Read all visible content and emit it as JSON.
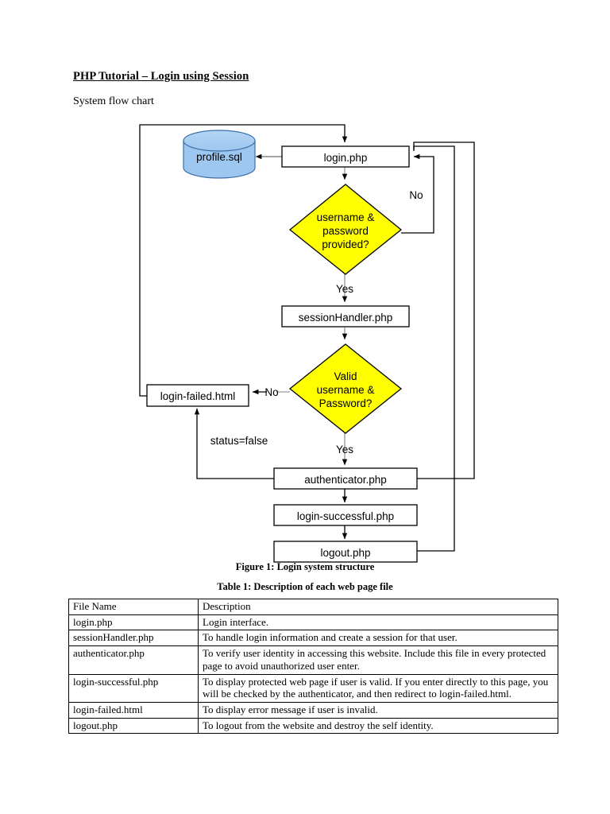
{
  "document": {
    "title": "PHP Tutorial – Login using Session",
    "subtitle": "System flow chart",
    "figure_caption": "Figure 1: Login system structure",
    "table_caption": "Table 1: Description of each web page file"
  },
  "colors": {
    "decision_fill": "#FFFF00",
    "decision_stroke": "#000000",
    "database_fill": "#9DC7F0",
    "database_stroke": "#3A6FA8",
    "process_fill": "#FFFFFF",
    "process_stroke": "#000000",
    "connector": "#000000",
    "page_background": "#FFFFFF"
  },
  "flowchart": {
    "nodes": {
      "database": {
        "label": "profile.sql",
        "shape": "cylinder"
      },
      "login": {
        "label": "login.php",
        "shape": "process"
      },
      "decision_provided": {
        "label_lines": [
          "username &",
          "password",
          "provided?"
        ],
        "shape": "decision"
      },
      "session_handler": {
        "label": "sessionHandler.php",
        "shape": "process"
      },
      "decision_valid": {
        "label_lines": [
          "Valid",
          "username &",
          "Password?"
        ],
        "shape": "decision"
      },
      "login_failed": {
        "label": "login-failed.html",
        "shape": "process"
      },
      "authenticator": {
        "label": "authenticator.php",
        "shape": "process"
      },
      "login_successful": {
        "label": "login-successful.php",
        "shape": "process"
      },
      "logout": {
        "label": "logout.php",
        "shape": "process"
      }
    },
    "edge_labels": {
      "no_provided": "No",
      "yes_provided": "Yes",
      "no_valid": "No",
      "yes_valid": "Yes",
      "status_false": "status=false"
    }
  },
  "chart_data": {
    "type": "diagram",
    "title": "Figure 1: Login system structure",
    "nodes": [
      {
        "id": "profile.sql",
        "type": "database",
        "label": "profile.sql"
      },
      {
        "id": "login.php",
        "type": "process",
        "label": "login.php"
      },
      {
        "id": "d1",
        "type": "decision",
        "label": "username & password provided?"
      },
      {
        "id": "sessionHandler.php",
        "type": "process",
        "label": "sessionHandler.php"
      },
      {
        "id": "d2",
        "type": "decision",
        "label": "Valid username & Password?"
      },
      {
        "id": "login-failed.html",
        "type": "process",
        "label": "login-failed.html"
      },
      {
        "id": "authenticator.php",
        "type": "process",
        "label": "authenticator.php"
      },
      {
        "id": "login-successful.php",
        "type": "process",
        "label": "login-successful.php"
      },
      {
        "id": "logout.php",
        "type": "process",
        "label": "logout.php"
      }
    ],
    "edges": [
      {
        "from": "login.php",
        "to": "profile.sql",
        "label": ""
      },
      {
        "from": "login.php",
        "to": "d1",
        "label": ""
      },
      {
        "from": "d1",
        "to": "login.php",
        "label": "No"
      },
      {
        "from": "d1",
        "to": "sessionHandler.php",
        "label": "Yes"
      },
      {
        "from": "sessionHandler.php",
        "to": "d2",
        "label": ""
      },
      {
        "from": "d2",
        "to": "login-failed.html",
        "label": "No"
      },
      {
        "from": "d2",
        "to": "authenticator.php",
        "label": "Yes"
      },
      {
        "from": "authenticator.php",
        "to": "login-failed.html",
        "label": "status=false"
      },
      {
        "from": "authenticator.php",
        "to": "login-successful.php",
        "label": ""
      },
      {
        "from": "authenticator.php",
        "to": "login.php",
        "label": ""
      },
      {
        "from": "login-successful.php",
        "to": "logout.php",
        "label": ""
      },
      {
        "from": "logout.php",
        "to": "login.php",
        "label": ""
      },
      {
        "from": "login-failed.html",
        "to": "login.php",
        "label": ""
      }
    ]
  },
  "table": {
    "headers": [
      "File Name",
      "Description"
    ],
    "rows": [
      {
        "name": "login.php",
        "description": "Login interface."
      },
      {
        "name": "sessionHandler.php",
        "description": "To handle login information and create a session for that user."
      },
      {
        "name": "authenticator.php",
        "description": "To verify user identity in accessing this website. Include this file in every protected page to avoid unauthorized user enter."
      },
      {
        "name": "login-successful.php",
        "description": "To display protected web page if user is valid. If you enter directly to this page, you will be checked by the authenticator, and then redirect to login-failed.html."
      },
      {
        "name": "login-failed.html",
        "description": "To display error message if user is invalid."
      },
      {
        "name": "logout.php",
        "description": "To logout from the website and destroy the self identity."
      }
    ]
  }
}
